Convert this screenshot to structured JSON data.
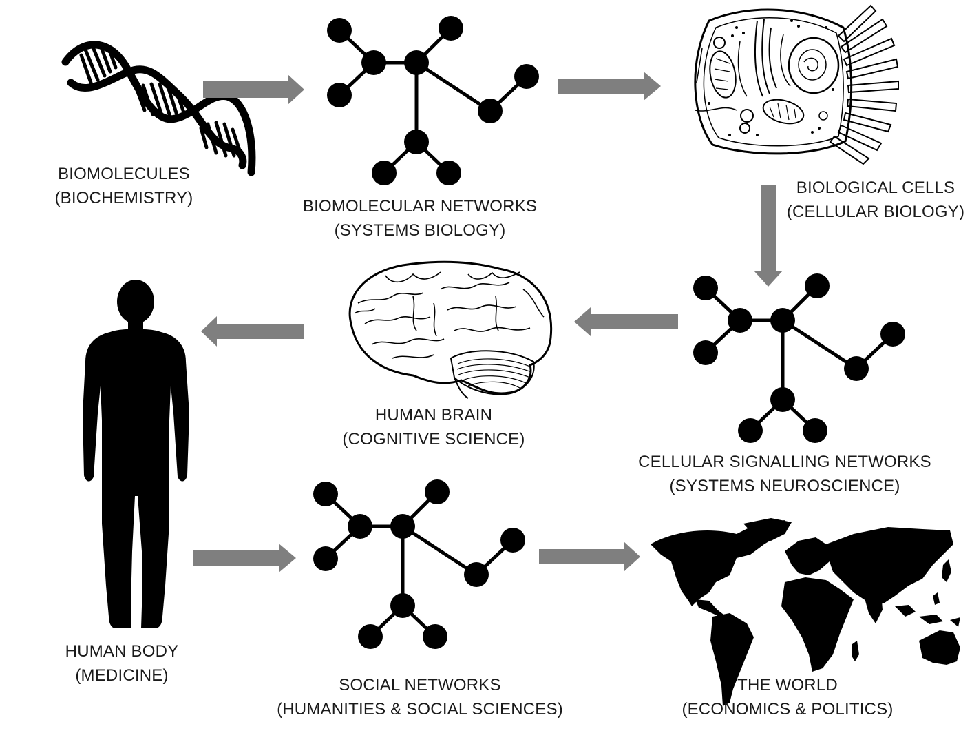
{
  "nodes": {
    "biomolecules": {
      "title": "BIOMOLECULES",
      "field": "(BIOCHEMISTRY)",
      "icon": "dna-double-helix-icon"
    },
    "biomolecular_networks": {
      "title": "BIOMOLECULAR NETWORKS",
      "field": "(SYSTEMS BIOLOGY)",
      "icon": "network-graph-icon"
    },
    "biological_cells": {
      "title": "BIOLOGICAL CELLS",
      "field": "(CELLULAR BIOLOGY)",
      "icon": "cell-illustration-icon"
    },
    "cellular_signalling_networks": {
      "title": "CELLULAR SIGNALLING NETWORKS",
      "field": "(SYSTEMS NEUROSCIENCE)",
      "icon": "network-graph-icon"
    },
    "human_brain": {
      "title": "HUMAN BRAIN",
      "field": "(COGNITIVE SCIENCE)",
      "icon": "brain-icon"
    },
    "human_body": {
      "title": "HUMAN BODY",
      "field": "(MEDICINE)",
      "icon": "human-silhouette-icon"
    },
    "social_networks": {
      "title": "SOCIAL NETWORKS",
      "field": "(HUMANITIES & SOCIAL SCIENCES)",
      "icon": "network-graph-icon"
    },
    "the_world": {
      "title": "THE WORLD",
      "field": "(ECONOMICS & POLITICS)",
      "icon": "world-map-icon"
    }
  },
  "flow": [
    [
      "biomolecules",
      "biomolecular_networks"
    ],
    [
      "biomolecular_networks",
      "biological_cells"
    ],
    [
      "biological_cells",
      "cellular_signalling_networks"
    ],
    [
      "cellular_signalling_networks",
      "human_brain"
    ],
    [
      "human_brain",
      "human_body"
    ],
    [
      "human_body",
      "social_networks"
    ],
    [
      "social_networks",
      "the_world"
    ]
  ],
  "colors": {
    "ink": "#000000",
    "arrow": "#7f7f7f",
    "text": "#1a1a1a",
    "background": "#ffffff"
  }
}
